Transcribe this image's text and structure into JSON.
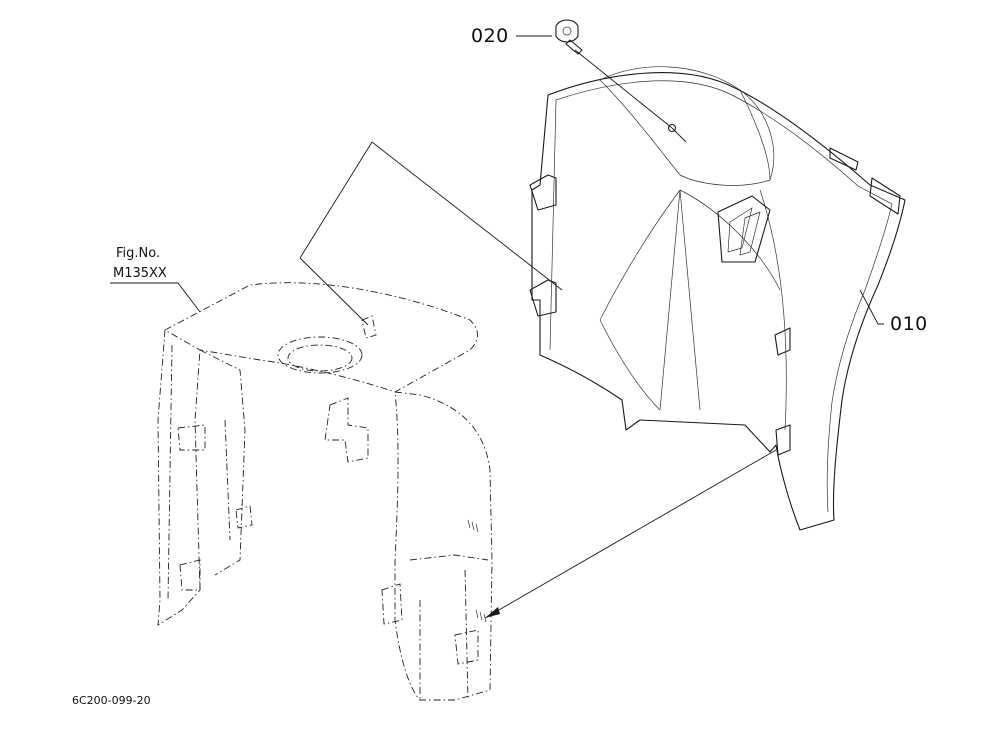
{
  "callouts": {
    "part_020": "020",
    "part_010": "010"
  },
  "figure_ref": {
    "line1": "Fig.No.",
    "line2": "M135XX"
  },
  "drawing_code": "6C200-099-20"
}
